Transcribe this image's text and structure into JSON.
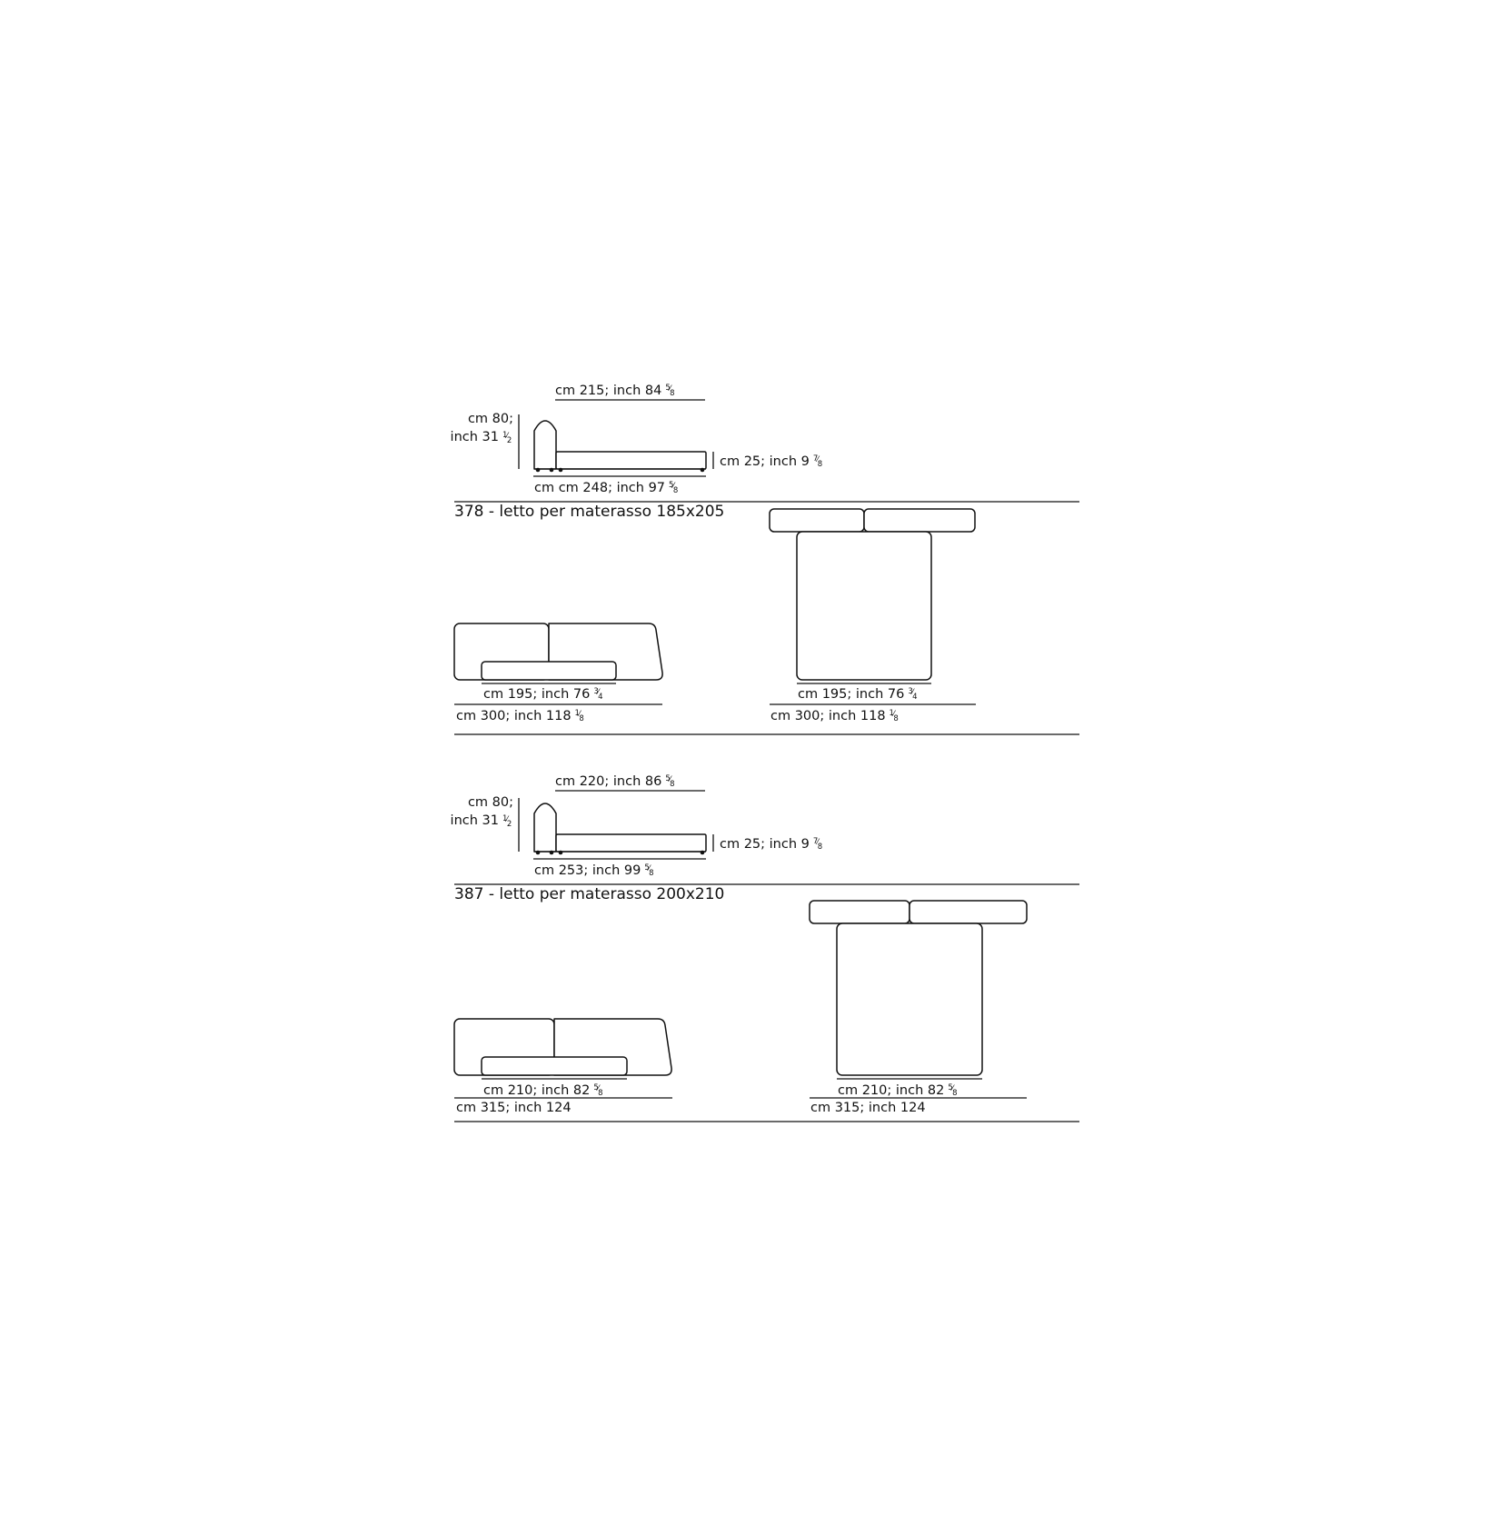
{
  "beds": [
    {
      "title": "378 - letto per materasso 185x205",
      "side": {
        "length_label": "cm 215; inch 84",
        "length_frac": [
          "5",
          "8"
        ],
        "height_label_1": "cm 80;",
        "height_label_2": "inch 31",
        "height_frac": [
          "1",
          "2"
        ],
        "base_label": "cm 25; inch 9",
        "base_frac": [
          "7",
          "8"
        ],
        "total_label": "cm cm 248; inch 97",
        "total_frac": [
          "5",
          "8"
        ]
      },
      "front": {
        "inner_label": "cm 195; inch 76",
        "inner_frac": [
          "3",
          "4"
        ],
        "outer_label": "cm 300; inch 118",
        "outer_frac": [
          "1",
          "8"
        ]
      },
      "top": {
        "inner_label": "cm 195; inch 76",
        "inner_frac": [
          "3",
          "4"
        ],
        "outer_label": "cm 300; inch 118",
        "outer_frac": [
          "1",
          "8"
        ]
      }
    },
    {
      "title": "387 - letto per materasso 200x210",
      "side": {
        "length_label": "cm 220; inch 86",
        "length_frac": [
          "5",
          "8"
        ],
        "height_label_1": "cm 80;",
        "height_label_2": "inch 31",
        "height_frac": [
          "1",
          "2"
        ],
        "base_label": "cm 25; inch 9",
        "base_frac": [
          "7",
          "8"
        ],
        "total_label": "cm 253; inch 99",
        "total_frac": [
          "5",
          "8"
        ]
      },
      "front": {
        "inner_label": "cm 210; inch 82",
        "inner_frac": [
          "5",
          "8"
        ],
        "outer_label": "cm 315; inch 124",
        "outer_frac": [
          "",
          ""
        ]
      },
      "top": {
        "inner_label": "cm 210; inch 82",
        "inner_frac": [
          "5",
          "8"
        ],
        "outer_label": "cm 315; inch 124",
        "outer_frac": [
          "",
          ""
        ]
      }
    }
  ]
}
